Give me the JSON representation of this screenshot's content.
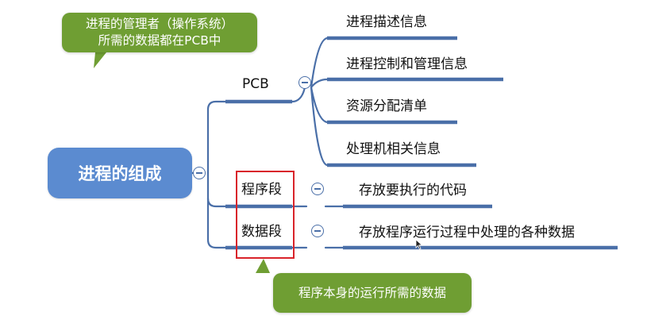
{
  "root": {
    "label": "进程的组成"
  },
  "branches": [
    {
      "label": "PCB",
      "children": [
        "进程描述信息",
        "进程控制和管理信息",
        "资源分配清单",
        "处理机相关信息"
      ]
    },
    {
      "label": "程序段",
      "children": [
        "存放要执行的代码"
      ]
    },
    {
      "label": "数据段",
      "children": [
        "存放程序运行过程中处理的各种数据"
      ]
    }
  ],
  "callouts": {
    "top_line1": "进程的管理者（操作系统）",
    "top_line2": "所需的数据都在PCB中",
    "bottom": "程序本身的运行所需的数据"
  },
  "colors": {
    "root_fill": "#5b8bd0",
    "branch_line": "#4a6fa8",
    "callout_fill": "#6f9e33",
    "highlight": "#d9232a"
  },
  "icons": {
    "collapse": "collapse-minus-icon",
    "cursor": "mouse-pointer-icon"
  }
}
